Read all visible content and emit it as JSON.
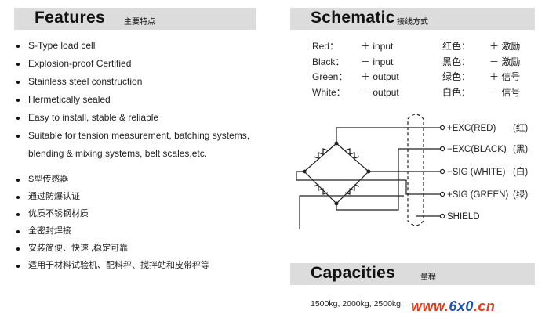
{
  "features_header": {
    "title": "Features",
    "subtitle": "主要特点"
  },
  "features_en": [
    "S-Type load cell",
    "Explosion-proof Certified",
    "Stainless steel construction",
    "Hermetically sealed",
    "Easy to install, stable & reliable",
    "Suitable for tension measurement, batching systems,",
    "blending & mixing systems, belt scales,etc."
  ],
  "features_cn": [
    "S型传感器",
    "通过防爆认证",
    "优质不锈钢材质",
    "全密封焊接",
    "安装简便、快速 ,稳定可靠",
    "适用于材料试验机、配料秤、搅拌站和皮带秤等"
  ],
  "schematic_header": {
    "title": "Schematic",
    "subtitle": "接线方式"
  },
  "wire_table": [
    {
      "color_en": "Red：",
      "func_en": "＋ input",
      "color_cn": "红色：",
      "func_cn": "＋ 激励"
    },
    {
      "color_en": "Black：",
      "func_en": "－ input",
      "color_cn": "黑色：",
      "func_cn": "－ 激励"
    },
    {
      "color_en": "Green：",
      "func_en": "＋ output",
      "color_cn": "绿色：",
      "func_cn": "＋ 信号"
    },
    {
      "color_en": "White：",
      "func_en": "－ output",
      "color_cn": "白色：",
      "func_cn": "－ 信号"
    }
  ],
  "terminals": [
    {
      "label": "+EXC(RED)",
      "cn": "(红)"
    },
    {
      "label": "−EXC(BLACK)",
      "cn": "(黑)"
    },
    {
      "label": "−SIG (WHITE)",
      "cn": "(白)"
    },
    {
      "label": "+SIG (GREEN)",
      "cn": "(绿)"
    },
    {
      "label": "SHIELD",
      "cn": ""
    }
  ],
  "capacities_header": {
    "title": "Capacities",
    "subtitle": "量程"
  },
  "capacities_text": "1500kg, 2000kg, 2500kg,",
  "watermark": {
    "prefix": "www.",
    "brand": "6x0",
    "suffix": ".cn"
  }
}
